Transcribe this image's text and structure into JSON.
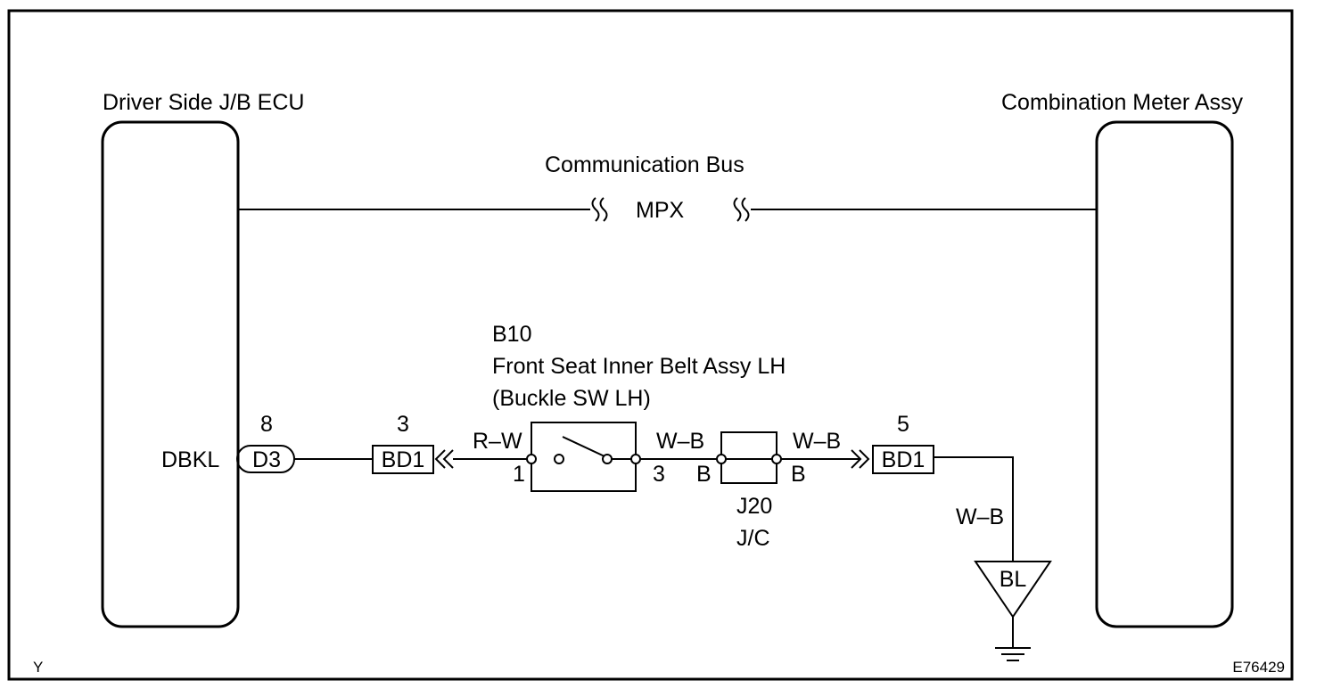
{
  "ecu_left": {
    "title": "Driver Side J/B ECU",
    "pin_label": "DBKL"
  },
  "meter_right": {
    "title": "Combination Meter Assy"
  },
  "bus": {
    "title": "Communication Bus",
    "label": "MPX"
  },
  "connector_d3": {
    "name": "D3",
    "pin": "8"
  },
  "connector_bd1_left": {
    "name": "BD1",
    "pin": "3"
  },
  "switch": {
    "code": "B10",
    "name": "Front Seat Inner Belt Assy LH",
    "sub": "(Buckle SW LH)",
    "pin_left": "1",
    "pin_right": "3",
    "wire_left": "R–W",
    "wire_right": "W–B"
  },
  "junction": {
    "code": "J20",
    "name": "J/C",
    "pin_left": "B",
    "pin_right": "B",
    "wire_out": "W–B"
  },
  "connector_bd1_right": {
    "name": "BD1",
    "pin": "5"
  },
  "ground": {
    "wire": "W–B",
    "code": "BL"
  },
  "footer": {
    "left": "Y",
    "right": "E76429"
  }
}
